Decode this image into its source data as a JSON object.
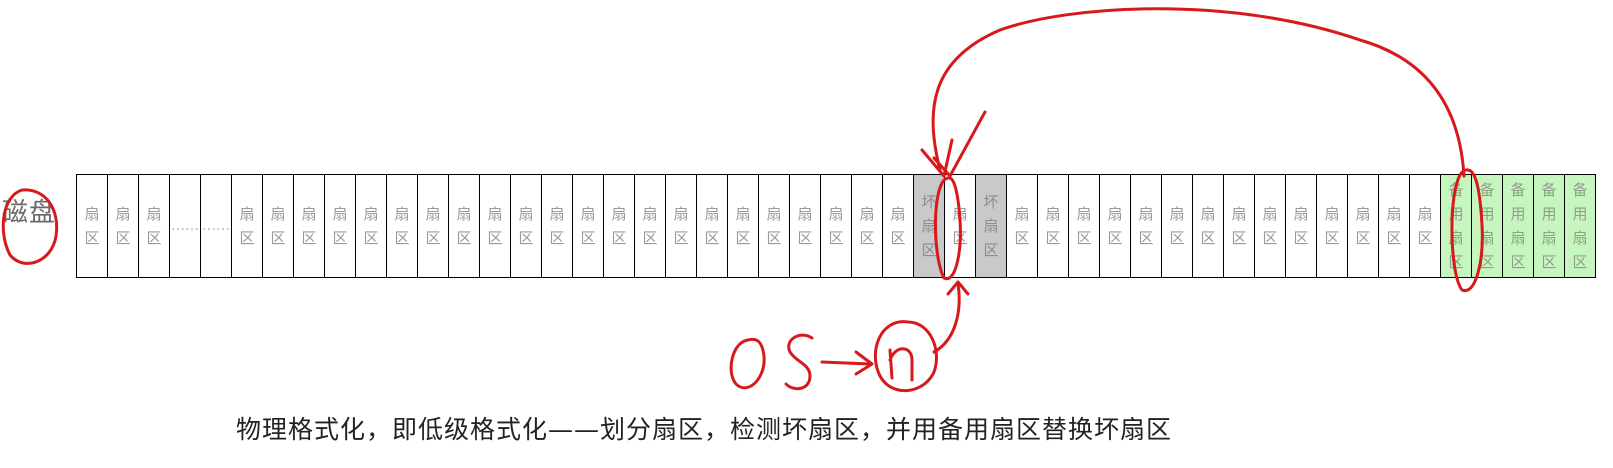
{
  "disk_label": "磁盘",
  "sectors": [
    {
      "text": "扇区",
      "kind": "normal"
    },
    {
      "text": "扇区",
      "kind": "normal"
    },
    {
      "text": "扇区",
      "kind": "normal"
    },
    {
      "text": "……",
      "kind": "ellipsis"
    },
    {
      "text": "……",
      "kind": "ellipsis"
    },
    {
      "text": "扇区",
      "kind": "normal"
    },
    {
      "text": "扇区",
      "kind": "normal"
    },
    {
      "text": "扇区",
      "kind": "normal"
    },
    {
      "text": "扇区",
      "kind": "normal"
    },
    {
      "text": "扇区",
      "kind": "normal"
    },
    {
      "text": "扇区",
      "kind": "normal"
    },
    {
      "text": "扇区",
      "kind": "normal"
    },
    {
      "text": "扇区",
      "kind": "normal"
    },
    {
      "text": "扇区",
      "kind": "normal"
    },
    {
      "text": "扇区",
      "kind": "normal"
    },
    {
      "text": "扇区",
      "kind": "normal"
    },
    {
      "text": "扇区",
      "kind": "normal"
    },
    {
      "text": "扇区",
      "kind": "normal"
    },
    {
      "text": "扇区",
      "kind": "normal"
    },
    {
      "text": "扇区",
      "kind": "normal"
    },
    {
      "text": "扇区",
      "kind": "normal"
    },
    {
      "text": "扇区",
      "kind": "normal"
    },
    {
      "text": "扇区",
      "kind": "normal"
    },
    {
      "text": "扇区",
      "kind": "normal"
    },
    {
      "text": "扇区",
      "kind": "normal"
    },
    {
      "text": "扇区",
      "kind": "normal"
    },
    {
      "text": "扇区",
      "kind": "normal"
    },
    {
      "text": "坏扇区",
      "kind": "bad"
    },
    {
      "text": "扇区",
      "kind": "normal"
    },
    {
      "text": "坏扇区",
      "kind": "bad"
    },
    {
      "text": "扇区",
      "kind": "normal"
    },
    {
      "text": "扇区",
      "kind": "normal"
    },
    {
      "text": "扇区",
      "kind": "normal"
    },
    {
      "text": "扇区",
      "kind": "normal"
    },
    {
      "text": "扇区",
      "kind": "normal"
    },
    {
      "text": "扇区",
      "kind": "normal"
    },
    {
      "text": "扇区",
      "kind": "normal"
    },
    {
      "text": "扇区",
      "kind": "normal"
    },
    {
      "text": "扇区",
      "kind": "normal"
    },
    {
      "text": "扇区",
      "kind": "normal"
    },
    {
      "text": "扇区",
      "kind": "normal"
    },
    {
      "text": "扇区",
      "kind": "normal"
    },
    {
      "text": "扇区",
      "kind": "normal"
    },
    {
      "text": "扇区",
      "kind": "normal"
    },
    {
      "text": "备用扇区",
      "kind": "spare"
    },
    {
      "text": "备用扇区",
      "kind": "spare"
    },
    {
      "text": "备用扇区",
      "kind": "spare"
    },
    {
      "text": "备用扇区",
      "kind": "spare"
    },
    {
      "text": "备用扇区",
      "kind": "spare"
    }
  ],
  "annotations": {
    "os_label": "OS",
    "n_label": "n",
    "color": "#d7191c"
  },
  "caption": "物理格式化，即低级格式化——划分扇区，检测坏扇区，并用备用扇区替换坏扇区"
}
